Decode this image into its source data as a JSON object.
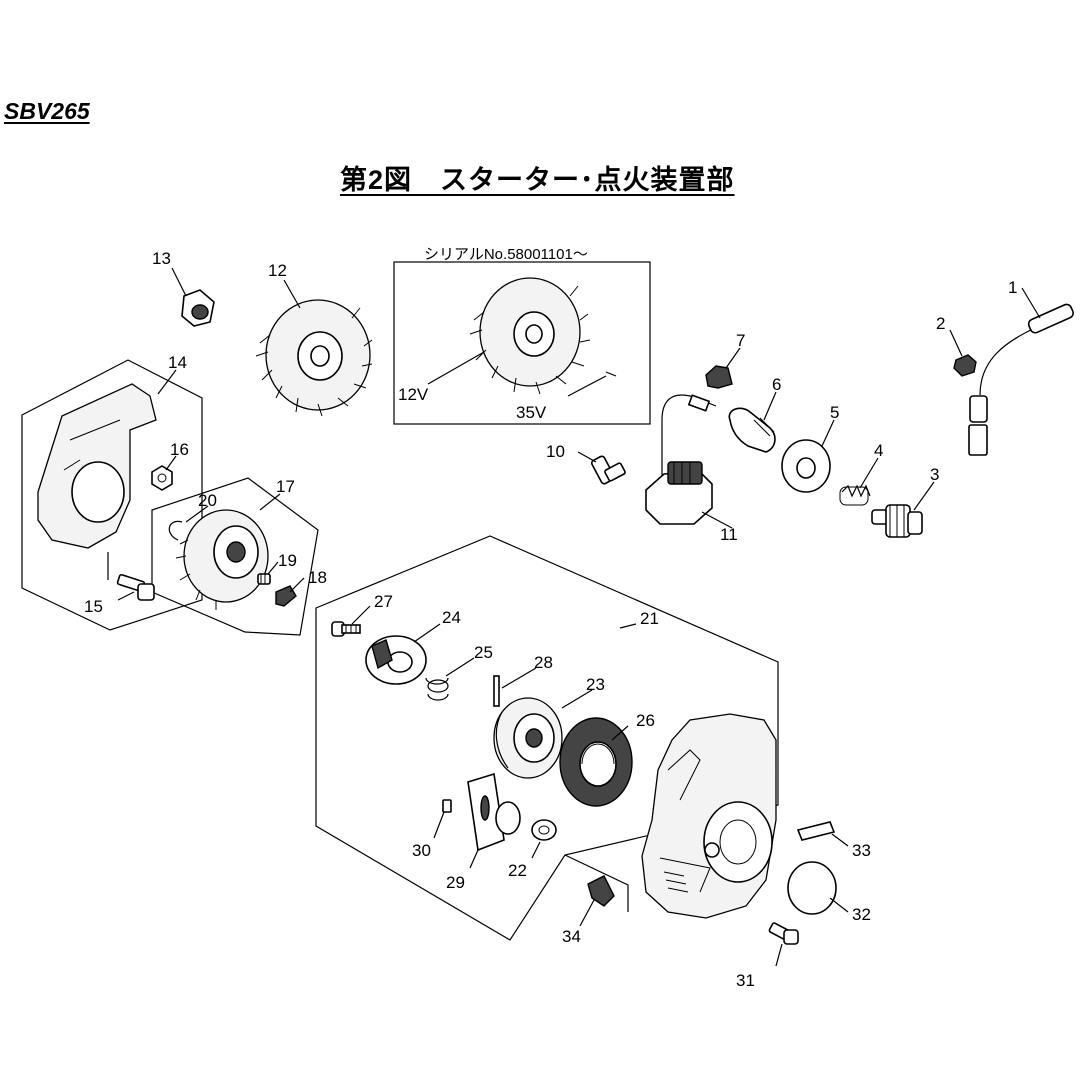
{
  "header": {
    "model": "SBV265",
    "figure_title": "第2図　スターター･点火装置部",
    "serial_note": "シリアルNo.58001101～"
  },
  "callouts": {
    "inset": [
      "12V",
      "35V"
    ],
    "parts": [
      "1",
      "2",
      "3",
      "4",
      "5",
      "6",
      "7",
      "10",
      "11",
      "12",
      "13",
      "14",
      "15",
      "16",
      "17",
      "18",
      "19",
      "20",
      "21",
      "22",
      "23",
      "24",
      "25",
      "26",
      "27",
      "28",
      "29",
      "30",
      "31",
      "32",
      "33",
      "34"
    ]
  }
}
